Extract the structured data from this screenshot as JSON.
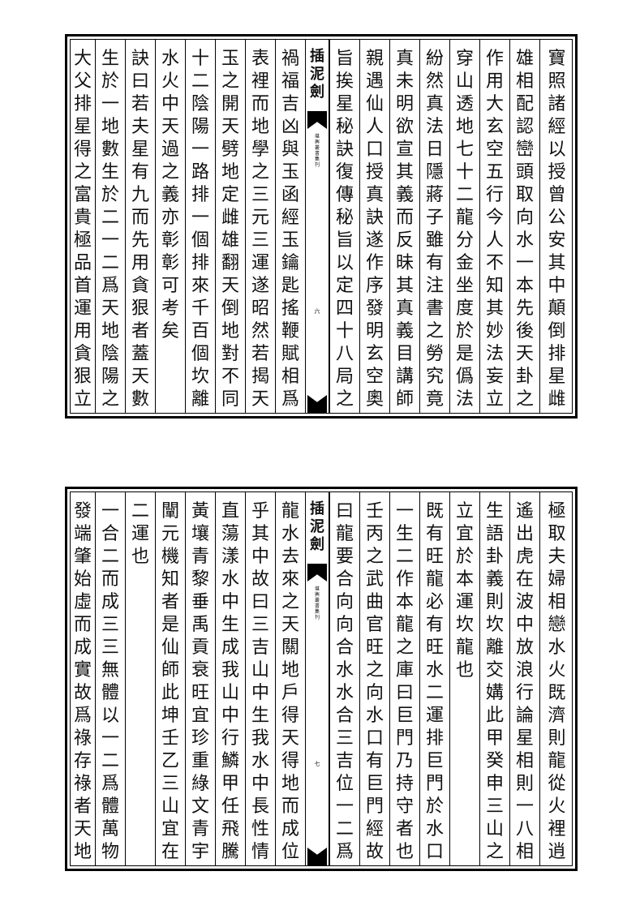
{
  "pages": [
    {
      "spine": {
        "title": "插泥劍",
        "note": "堪輿叢書集刊",
        "page_number": "六"
      },
      "columns": [
        "寶照諸經以授曾公安其中顛倒排星雌",
        "雄相配認巒頭取向水一本先後天卦之",
        "作用大玄空五行今人不知其妙法妄立",
        "穿山透地七十二龍分金坐度於是僞法",
        "紛然真法日隱蔣子雖有注書之勞究竟",
        "真未明欲宣其義而反昧其真義目講師",
        "親遇仙人口授真訣遂作序發明玄空奧",
        "旨挨星秘訣復傳秘旨以定四十八局之",
        "禍福吉凶與玉函經玉鑰匙搖鞭賦相爲",
        "表裡而地學之三元三運遂昭然若揭天",
        "玉之開天劈地定雌雄翻天倒地對不同",
        "十二陰陽一路排一個排來千百個坎離",
        "水火中天過之義亦彰彰可考矣",
        "訣曰若夫星有九而先用貪狠者蓋天數",
        "生於一地數生於二一二爲天地陰陽之",
        "大父排星得之富貴極品首運用貪狠立"
      ]
    },
    {
      "spine": {
        "title": "插泥劍",
        "note": "堪輿叢書集刊",
        "page_number": "七"
      },
      "columns": [
        "極取夫婦相戀水火既濟則龍從火裡逍",
        "遙出虎在波中放浪行論星相則一八相",
        "生語卦義則坎離交媾此甲癸申三山之",
        "立宜於本運坎龍也",
        "既有旺龍必有旺水二運排巨門於水口",
        "一生二作本龍之庫曰巨門乃持守者也",
        "壬丙之武曲官旺之向水口有巨門經故",
        "曰龍要合向向合水水合三吉位一二爲",
        "龍水去來之天關地戶得天得地而成位",
        "乎其中故曰三吉山中生我水中長性情",
        "直蕩漾水中生成我山中行鱗甲任飛騰",
        "黃壤青黎垂禹貢衰旺宜珍重綠文青宇",
        "闡元機知者是仙師此坤壬乙三山宜在",
        "二運也",
        "一合二而成三三無體以一二爲體萬物",
        "發端肇始虛而成實故爲祿存祿者天地"
      ]
    }
  ]
}
